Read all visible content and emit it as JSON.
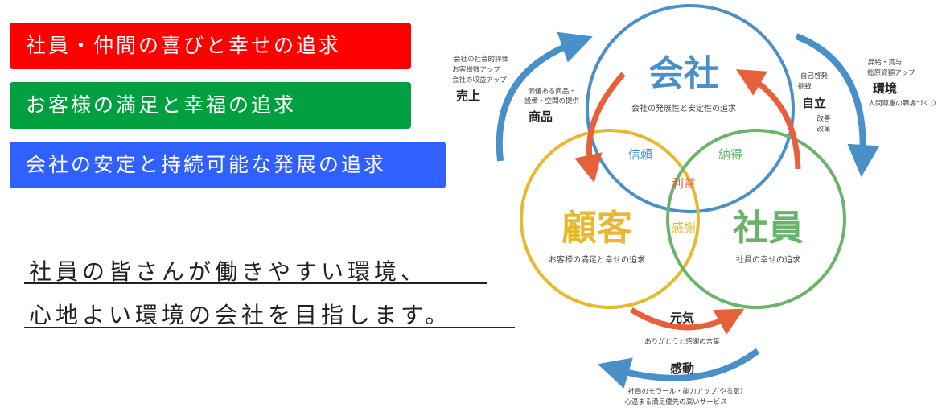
{
  "banners": {
    "b1": "社員・仲間の喜びと幸せの追求",
    "b2": "お客様の満足と幸福の追求",
    "b3": "会社の安定と持続可能な発展の追求"
  },
  "message": {
    "line1": "社員の皆さんが働きやすい環境、",
    "line2": "心地よい環境の会社を目指します。"
  },
  "diagram": {
    "company": {
      "title": "会社",
      "desc": "会社の発展性と安定性の追求"
    },
    "customer": {
      "title": "顧客",
      "desc": "お客様の満足と幸せの追求"
    },
    "employee": {
      "title": "社員",
      "desc": "社員の幸せの追求"
    },
    "trust": "信頼",
    "consent": "納得",
    "profit": "利益",
    "gratitude": "感謝",
    "product": {
      "title": "商品",
      "sub1": "価値ある商品・",
      "sub2": "設備・空間の提供"
    },
    "independence": {
      "title": "自立",
      "sub1": "自己啓発",
      "sub2": "挑戦",
      "sub3": "改善",
      "sub4": "改革"
    },
    "energy": {
      "title": "元気",
      "sub": "ありがとうと感謝の言葉"
    },
    "sales": {
      "title": "売上",
      "sub1": "会社の社会的評価",
      "sub2": "お客様数アップ",
      "sub3": "会社の収益アップ"
    },
    "environment": {
      "title": "環境",
      "sub1": "昇給・賞与",
      "sub2": "総原資額アップ",
      "sub3": "人間尊重の職場づくり"
    },
    "impression": {
      "title": "感動",
      "sub1": "社員のモラール・能力アップ(やる気)",
      "sub2": "心温まる満足優先の高いサービス"
    }
  },
  "colors": {
    "red": "#ff0000",
    "green": "#00a040",
    "blue": "#3060ff",
    "circle_blue": "#4a90c8",
    "circle_yellow": "#e8b830",
    "circle_green": "#6ab36a",
    "arrow_red": "#e8603a"
  }
}
